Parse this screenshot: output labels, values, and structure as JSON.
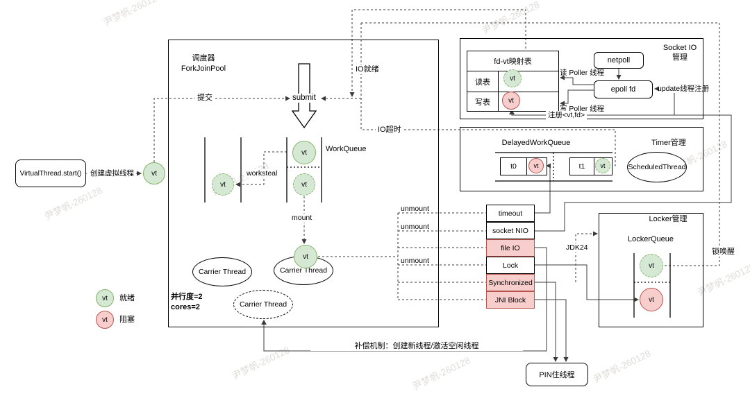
{
  "labels": {
    "vt": "vt"
  },
  "colors": {
    "green_fill": "#d5e8d4",
    "green_stroke": "#82b366",
    "red_fill": "#f8cecc",
    "red_stroke": "#b85450"
  },
  "left": {
    "start": "VirtualThread.start()",
    "create": "创建虚拟线程"
  },
  "legend": {
    "ready": "就绪",
    "blocked": "阻塞"
  },
  "scheduler": {
    "title1": "调度器",
    "title2": "ForkJoinPool",
    "submit_cn": "提交",
    "submit": "submit",
    "workqueue": "WorkQueue",
    "worksteal": "worksteal",
    "mount": "mount",
    "carrier": "Carrier Thread",
    "parallelism": "并行度=2",
    "cores": "cores=2"
  },
  "flow": {
    "io_ready": "IO就绪",
    "io_timeout": "IO超时",
    "lock_wake": "锁唤醒",
    "unmount": "unmount",
    "jdk24": "JDK24",
    "compensation": "补偿机制：创建新线程/激活空闲线程"
  },
  "socket": {
    "title1": "Socket IO",
    "title2": "管理",
    "table_title": "fd-vt映射表",
    "read_row": "读表",
    "write_row": "写表",
    "netpoll": "netpoll",
    "epoll": "epoll fd",
    "read_poller": "读 Poller 线程",
    "write_poller": "写 Poller 线程",
    "update_reg": "update线程注册",
    "register": "注册<vt,fd>"
  },
  "timer": {
    "title": "Timer管理",
    "queue": "DelayedWorkQueue",
    "t0": "t0",
    "t1": "t1",
    "scheduled": "ScheduledThread"
  },
  "blocking": {
    "rows": [
      {
        "label": "timeout",
        "pinned": false
      },
      {
        "label": "socket NIO",
        "pinned": false
      },
      {
        "label": "file IO",
        "pinned": true
      },
      {
        "label": "Lock",
        "pinned": false
      },
      {
        "label": "Synchronized",
        "pinned": true
      },
      {
        "label": "JNI Block",
        "pinned": true
      }
    ]
  },
  "locker": {
    "title": "Locker管理",
    "queue": "LockerQueue"
  },
  "pin": {
    "label": "PIN住线程"
  },
  "watermark": "尹梦帆-260128"
}
